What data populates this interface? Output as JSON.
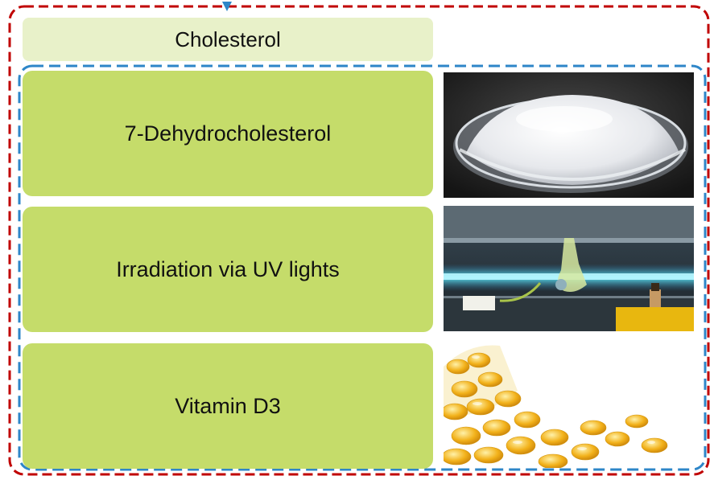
{
  "steps": [
    {
      "id": "cholesterol",
      "label": "Cholesterol"
    },
    {
      "id": "dehydro",
      "label": "7-Dehydrocholesterol"
    },
    {
      "id": "irradiation",
      "label": "Irradiation via UV lights"
    },
    {
      "id": "vitamin",
      "label": "Vitamin D3"
    }
  ],
  "colors": {
    "outer_dash": "#c00000",
    "inner_dash": "#2e86c8",
    "box_green": "#c5dc6a",
    "box_light": "#e8f1c9",
    "uv_glow": "#5de3f0",
    "capsule": "#f2b11a"
  }
}
